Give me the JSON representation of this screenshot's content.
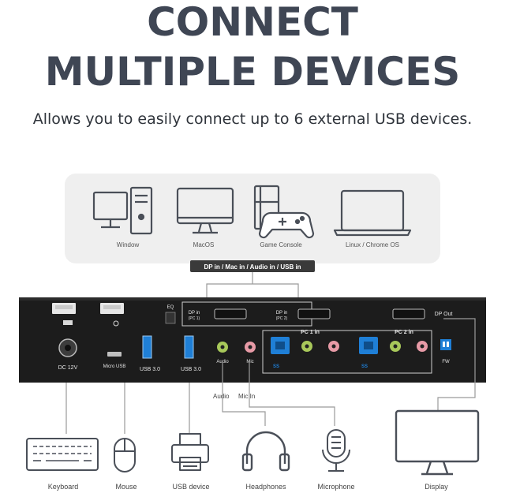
{
  "headline": {
    "line1": "CONNECT",
    "line2": "MULTIPLE DEVICES",
    "subline": "Allows you to easily connect up to 6 external USB devices."
  },
  "devices_top": [
    {
      "label": "Window",
      "icon": "desktop-tower-icon"
    },
    {
      "label": "MacOS",
      "icon": "monitor-icon"
    },
    {
      "label": "Game Console",
      "icon": "game-console-icon"
    },
    {
      "label": "Linux / Chrome OS",
      "icon": "laptop-icon"
    }
  ],
  "input_badge": "DP in / Mac in / Audio in / USB in",
  "switch": {
    "eq": "EQ",
    "dp_in_1": "DP in",
    "dp_in_1_sub": "(PC 1)",
    "dp_in_2": "DP in",
    "dp_in_2_sub": "(PC 2)",
    "dp_out": "DP Out",
    "pc1_in": "PC 1 in",
    "pc2_in": "PC 2 in",
    "dc": "DC 12V",
    "micro_usb": "Micro USB",
    "usb30_a": "USB 3.0",
    "usb30_b": "USB 3.0",
    "audio": "Audio",
    "mic": "Mic",
    "fw": "FW",
    "usb_badge_1": "SS",
    "usb_badge_2": "SS"
  },
  "connector_labels": {
    "audio": "Audio",
    "mic_in": "Mic In"
  },
  "devices_bottom": [
    {
      "label": "Keyboard",
      "icon": "keyboard-icon"
    },
    {
      "label": "Mouse",
      "icon": "mouse-icon"
    },
    {
      "label": "USB device",
      "icon": "printer-icon"
    },
    {
      "label": "Headphones",
      "icon": "headphones-icon"
    },
    {
      "label": "Microphone",
      "icon": "microphone-icon"
    },
    {
      "label": "Display",
      "icon": "display-icon"
    }
  ],
  "colors": {
    "headline": "#3f4654",
    "switch_body": "#1c1c1c",
    "usb_blue": "#1f7fd6",
    "audio_green": "#a8c85a",
    "mic_pink": "#e79aa6",
    "line_gray": "#9a9a9a"
  }
}
